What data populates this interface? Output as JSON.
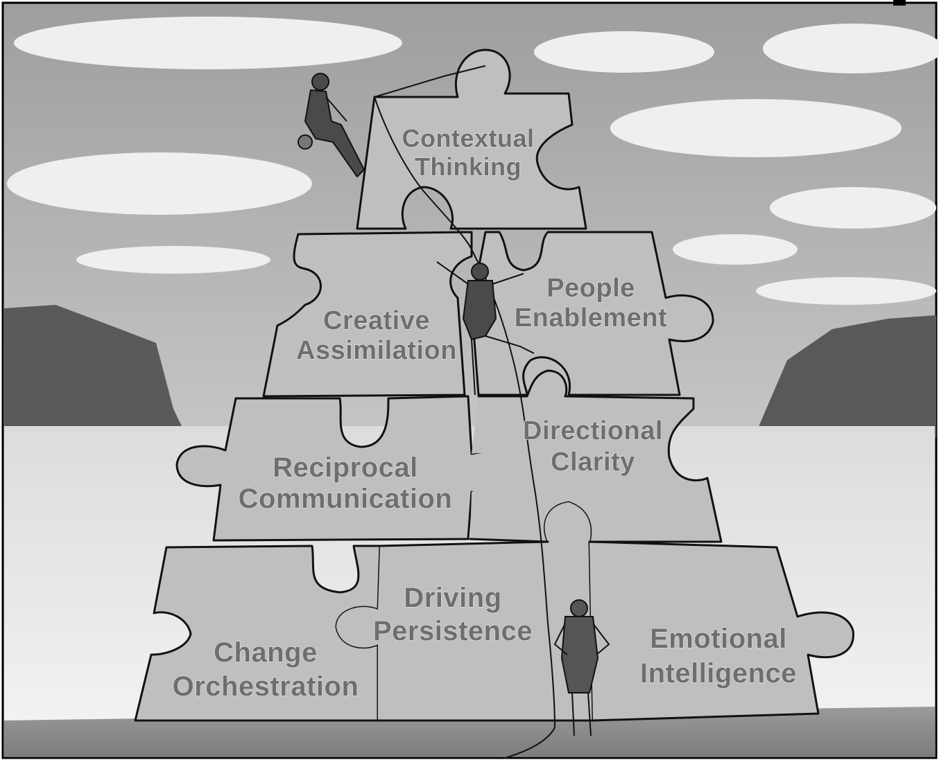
{
  "pieces": {
    "contextual_thinking": {
      "line1": "Contextual",
      "line2": "Thinking"
    },
    "creative_assimilation": {
      "line1": "Creative",
      "line2": "Assimilation"
    },
    "people_enablement": {
      "line1": "People",
      "line2": "Enablement"
    },
    "reciprocal_communication": {
      "line1": "Reciprocal",
      "line2": "Communication"
    },
    "directional_clarity": {
      "line1": "Directional",
      "line2": "Clarity"
    },
    "change_orchestration": {
      "line1": "Change",
      "line2": "Orchestration"
    },
    "driving_persistence": {
      "line1": "Driving",
      "line2": "Persistence"
    },
    "emotional_intelligence": {
      "line1": "Emotional",
      "line2": "Intelligence"
    }
  },
  "colors": {
    "sky": "#b8b8b8",
    "cloud": "#efefef",
    "water": "#e6e6e6",
    "rock": "#5a5a5a",
    "piece": "#bfbfbf",
    "label": "#6e6e6e",
    "ink": "#111111"
  }
}
